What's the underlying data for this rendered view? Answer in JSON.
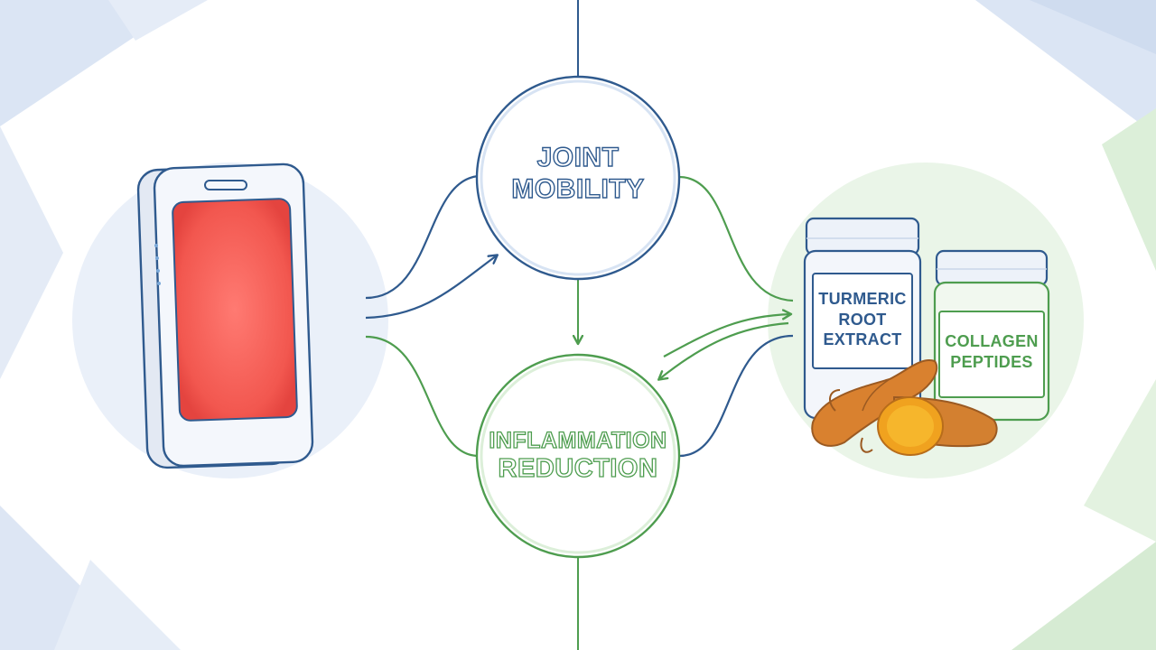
{
  "colors": {
    "blue": "#2f5a8e",
    "blue_light": "#d7e3f3",
    "green": "#4e9d4f",
    "green_light": "#dcefd9",
    "red_screen": "#f25b55",
    "turmeric": "#d9812f"
  },
  "nodes": {
    "joint_mobility": {
      "line1": "JOINT",
      "line2": "MOBILITY"
    },
    "inflammation_reduction": {
      "line1": "INFLAMMATION",
      "line2": "REDUCTION"
    }
  },
  "supplements": {
    "turmeric": {
      "line1": "TURMERIC",
      "line2": "ROOT",
      "line3": "EXTRACT"
    },
    "collagen": {
      "line1": "COLLAGEN",
      "line2": "PEPTIDES"
    }
  },
  "icons": {
    "device": "red-light-therapy-device-icon",
    "turmeric_root": "turmeric-root-icon",
    "turmeric_jar": "supplement-jar-icon",
    "collagen_jar": "supplement-jar-icon"
  }
}
